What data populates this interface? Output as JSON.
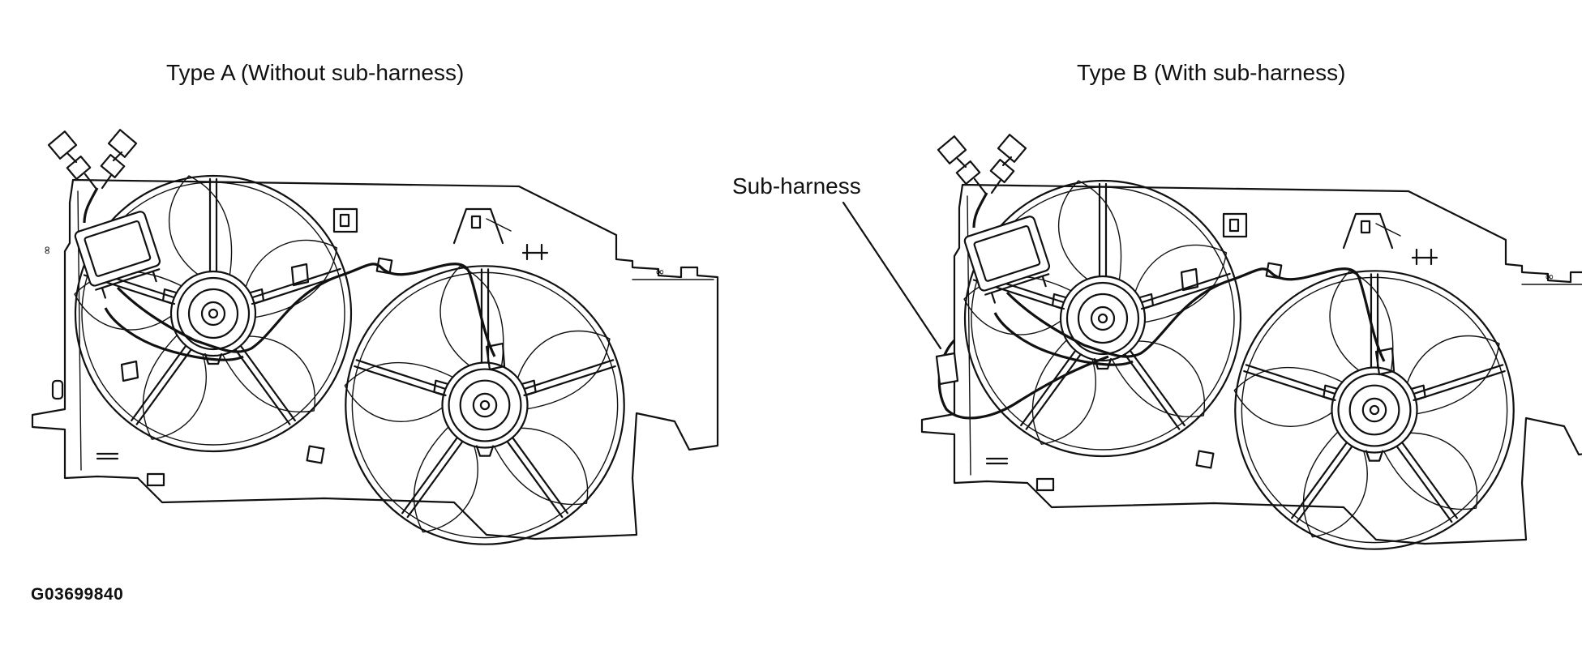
{
  "diagram": {
    "title_a": "Type A (Without sub-harness)",
    "title_b": "Type B (With sub-harness)",
    "callout_sub_harness": "Sub-harness",
    "figure_id": "G03699840"
  }
}
